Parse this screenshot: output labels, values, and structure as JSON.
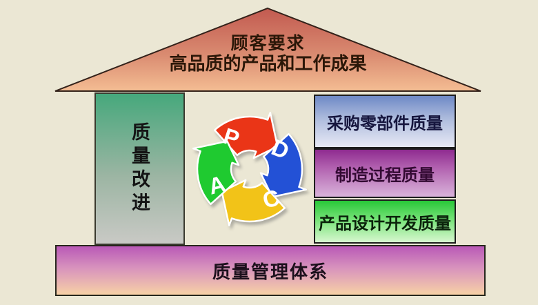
{
  "colors": {
    "background": "#ebe7d4",
    "roof_top": "#c25a50",
    "roof_bottom": "#f4bd93",
    "pillar_top": "#46a87c",
    "pillar_bottom": "#c9c9c5",
    "box_purchase_top": "#6e89c6",
    "box_purchase_bottom": "#e7e9f5",
    "box_manufacture_top": "#8f2b90",
    "box_manufacture_bottom": "#d9b3da",
    "box_design_top": "#28c838",
    "box_design_bottom": "#d8f7d0",
    "base_top": "#b959b7",
    "base_bottom": "#f7d1a6"
  },
  "roof": {
    "line1": "顾客要求",
    "line2": "高品质的产品和工作成果"
  },
  "pillar": {
    "label": "质量改进"
  },
  "pdca": {
    "segments": [
      {
        "letter": "P",
        "color": "#ea3517"
      },
      {
        "letter": "D",
        "color": "#2351d6"
      },
      {
        "letter": "C",
        "color": "#f2c318"
      },
      {
        "letter": "A",
        "color": "#1fca30"
      }
    ]
  },
  "right_boxes": [
    {
      "label": "采购零部件质量"
    },
    {
      "label": "制造过程质量"
    },
    {
      "label": "产品设计开发质量"
    }
  ],
  "base": {
    "label": "质量管理体系"
  }
}
